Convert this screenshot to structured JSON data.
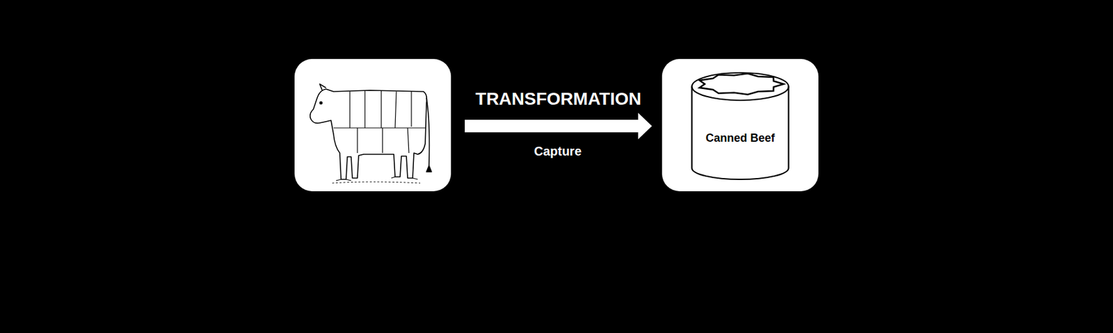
{
  "diagram": {
    "nodes": [
      {
        "text": [
          "Canned Beef"
        ]
      }
    ],
    "labels": [
      "TRANSFORMATION",
      "Capture"
    ]
  }
}
